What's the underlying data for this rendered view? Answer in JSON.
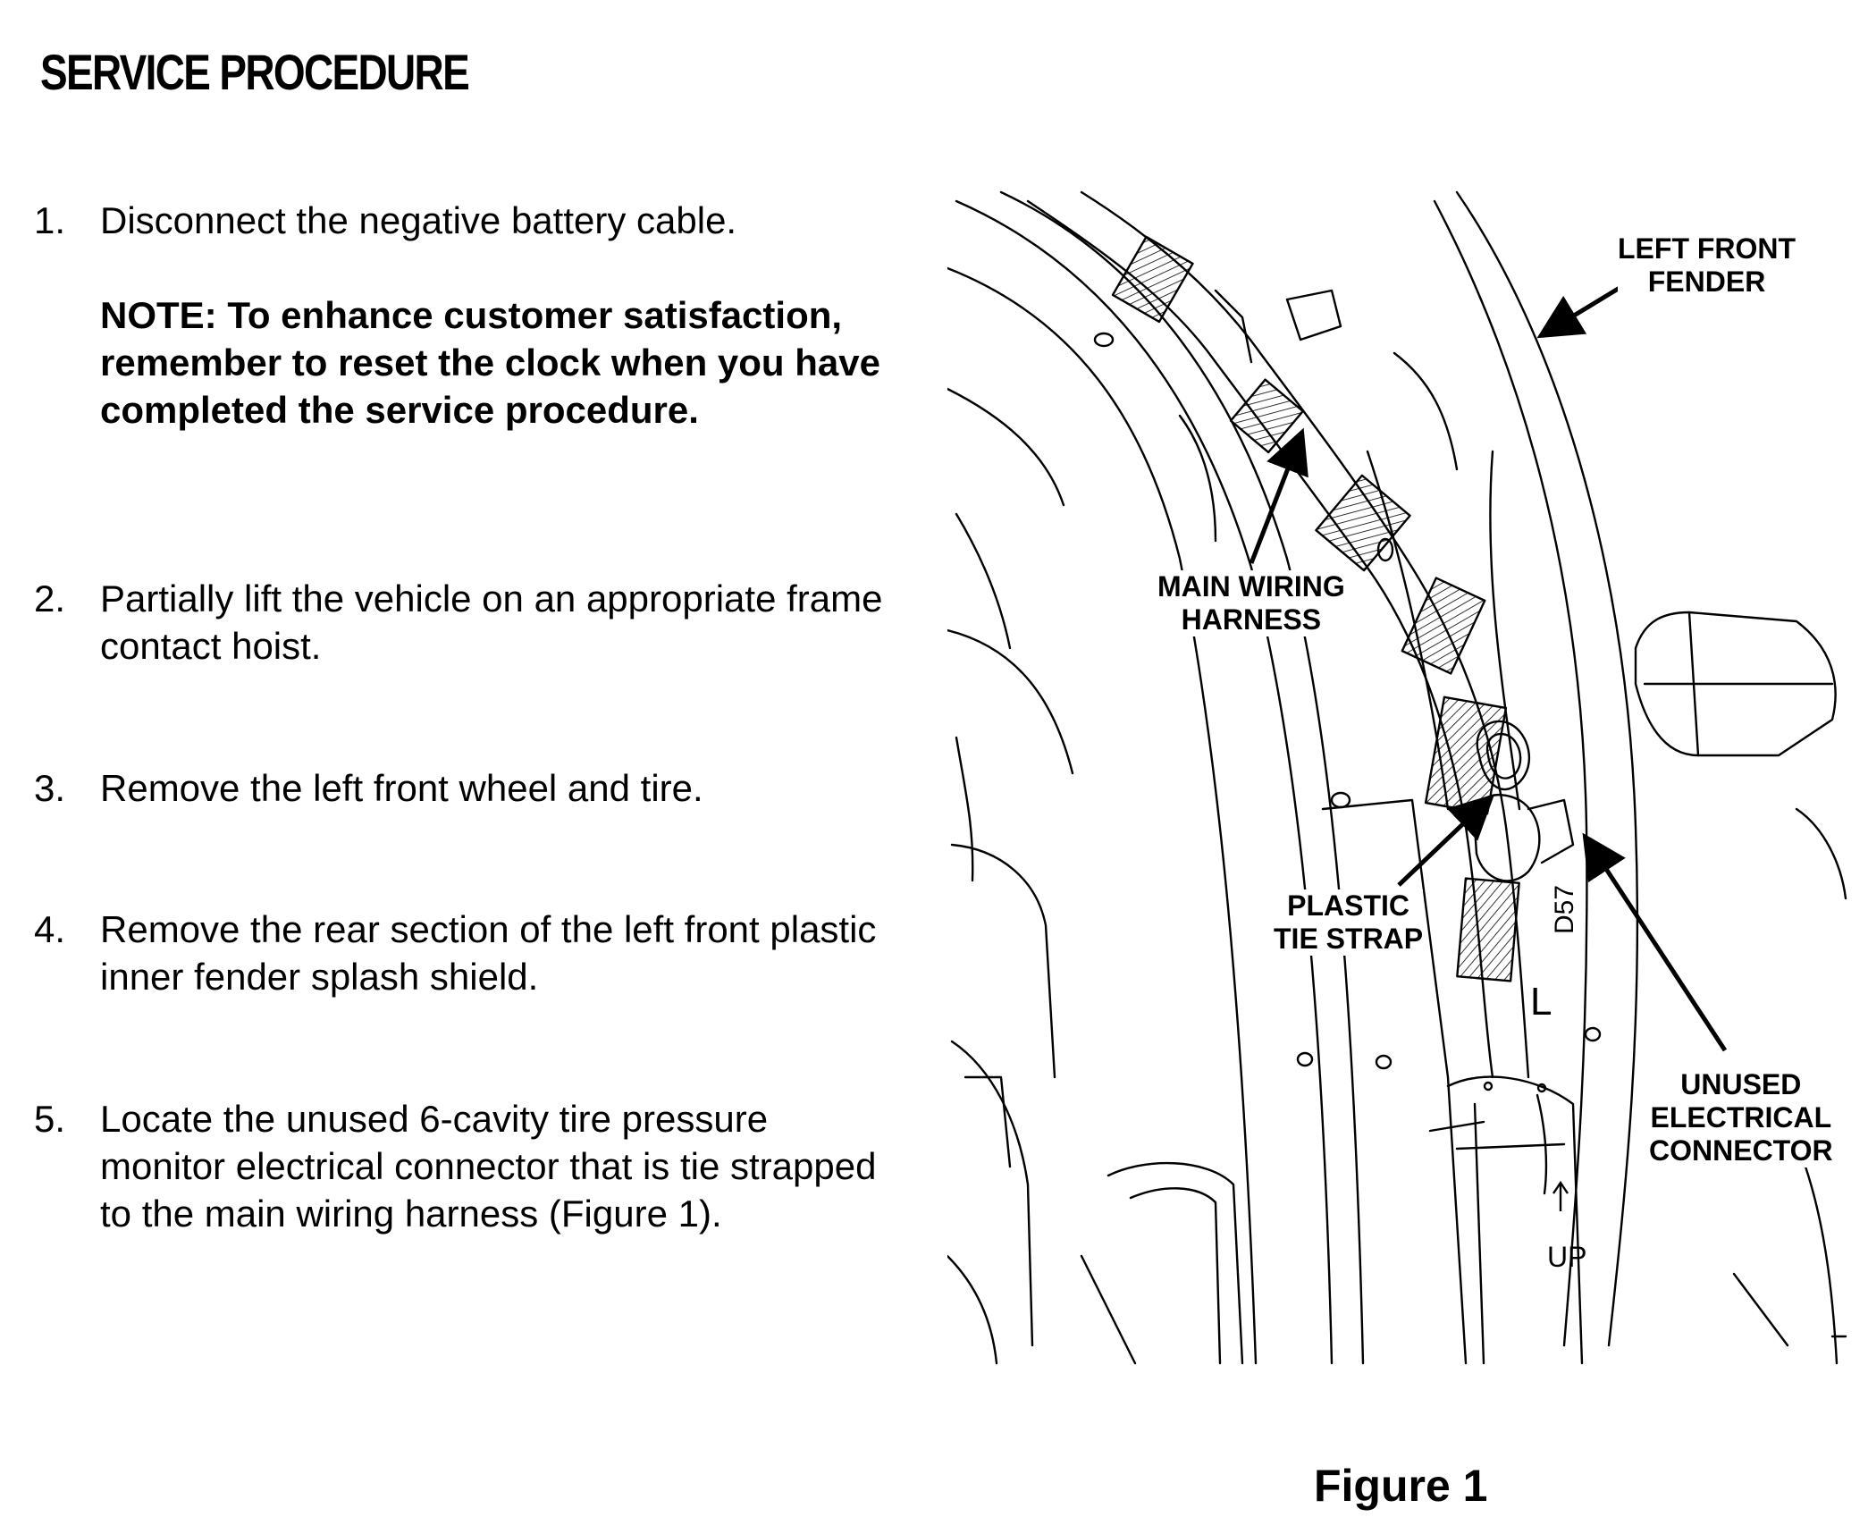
{
  "page": {
    "title": "SERVICE PROCEDURE"
  },
  "steps": [
    {
      "num": "1.",
      "text": "Disconnect the negative battery cable.",
      "note": "NOTE:  To enhance customer satisfaction, remember to reset the clock when you have completed the service procedure."
    },
    {
      "num": "2.",
      "text": "Partially lift the vehicle on an appropriate frame contact hoist."
    },
    {
      "num": "3.",
      "text": "Remove the left front wheel and tire."
    },
    {
      "num": "4.",
      "text": "Remove the rear section of the left front plastic inner fender splash shield."
    },
    {
      "num": "5.",
      "text": "Locate the unused 6-cavity tire pressure monitor electrical connector that is tie strapped to the main wiring harness (Figure 1)."
    }
  ],
  "figure": {
    "callouts": {
      "left_front_fender": "LEFT FRONT\nFENDER",
      "main_wiring_harness": "MAIN WIRING\nHARNESS",
      "plastic_tie_strap": "PLASTIC\nTIE STRAP",
      "unused_electrical_connector": "UNUSED\nELECTRICAL\nCONNECTOR"
    },
    "stamp_up": "UP",
    "stamp_l": "L",
    "stamp_code": "D57",
    "caption": "Figure 1"
  }
}
